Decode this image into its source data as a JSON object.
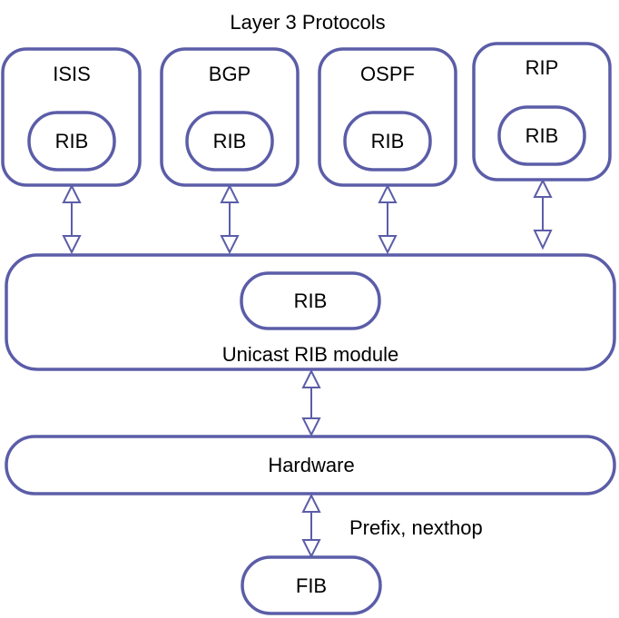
{
  "diagram": {
    "title": "Layer 3 Protocols",
    "protocols": [
      {
        "name": "ISIS",
        "rib": "RIB"
      },
      {
        "name": "BGP",
        "rib": "RIB"
      },
      {
        "name": "OSPF",
        "rib": "RIB"
      },
      {
        "name": "RIP",
        "rib": "RIB"
      }
    ],
    "unicast_module": {
      "label": "Unicast RIB module",
      "rib": "RIB"
    },
    "hardware": {
      "label": "Hardware"
    },
    "edge_label": "Prefix, nexthop",
    "fib": {
      "label": "FIB"
    },
    "colors": {
      "stroke": "#5b5da8",
      "text": "#000000"
    }
  }
}
